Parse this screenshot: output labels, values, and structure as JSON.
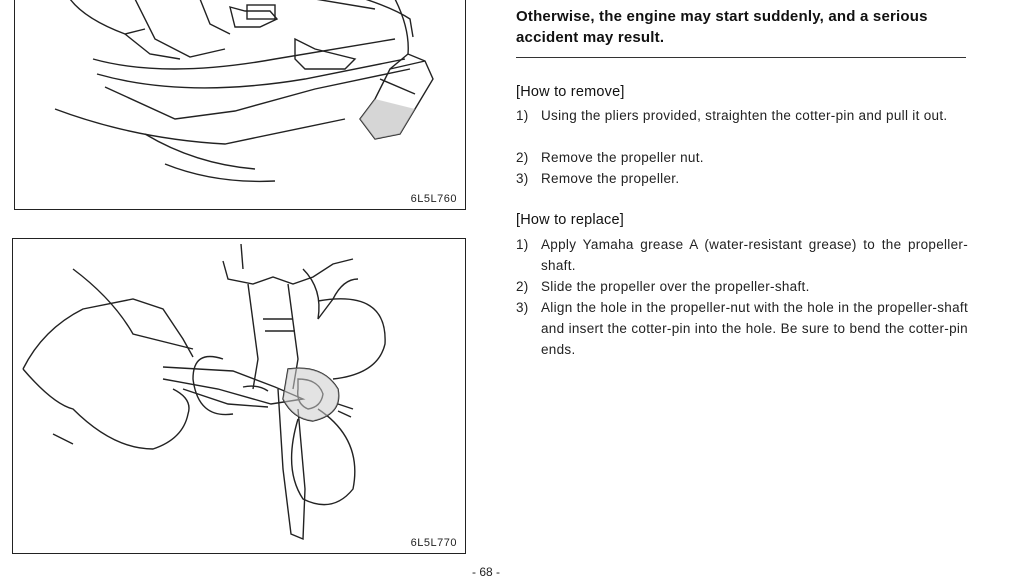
{
  "figures": {
    "fig1_code": "6L5L760",
    "fig2_code": "6L5L770"
  },
  "warning": {
    "line0": "",
    "line1": "Otherwise, the engine may start suddenly, and a serious",
    "line2": "accident may result."
  },
  "remove": {
    "heading": "[How to remove]",
    "steps": [
      {
        "num": "1)",
        "text": "Using the pliers provided, straighten the cotter-pin and pull it out."
      },
      {
        "num": "2)",
        "text": "Remove the propeller nut."
      },
      {
        "num": "3)",
        "text": "Remove the propeller."
      }
    ]
  },
  "replace": {
    "heading": "[How to replace]",
    "steps": [
      {
        "num": "1)",
        "text": "Apply Yamaha grease A (water-resistant grease) to the propeller-shaft."
      },
      {
        "num": "2)",
        "text": "Slide the propeller over the propeller-shaft."
      },
      {
        "num": "3)",
        "text": "Align the hole in the propeller-nut with the hole in the propeller-shaft and insert the cotter-pin into the hole. Be sure to bend the cotter-pin ends."
      }
    ]
  },
  "page_number": "- 68 -"
}
